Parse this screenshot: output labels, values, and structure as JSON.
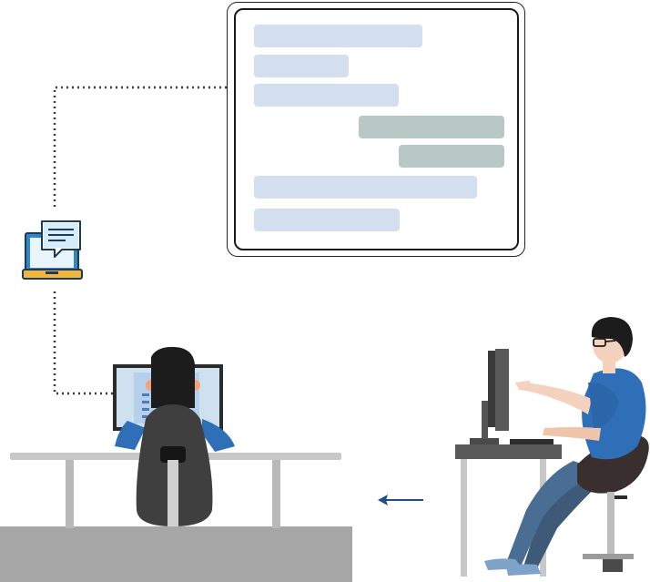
{
  "palette": {
    "received_bubble": "#d3deee",
    "sent_bubble": "#b7c8c5",
    "arrow": "#1f4e8c",
    "desk": "#c8c8c8",
    "floor": "#a6a6a6",
    "shirt_blue": "#2f6fb7",
    "chair_dark": "#3a2f2f",
    "icon_orange": "#f2b43a",
    "icon_blue": "#2f87c6"
  },
  "chat_messages": [
    {
      "side": "received"
    },
    {
      "side": "received"
    },
    {
      "side": "received"
    },
    {
      "side": "sent"
    },
    {
      "side": "sent"
    },
    {
      "side": "received"
    },
    {
      "side": "received"
    }
  ],
  "icons": {
    "connector": "laptop-chat-icon",
    "direction": "arrow-left-icon"
  }
}
